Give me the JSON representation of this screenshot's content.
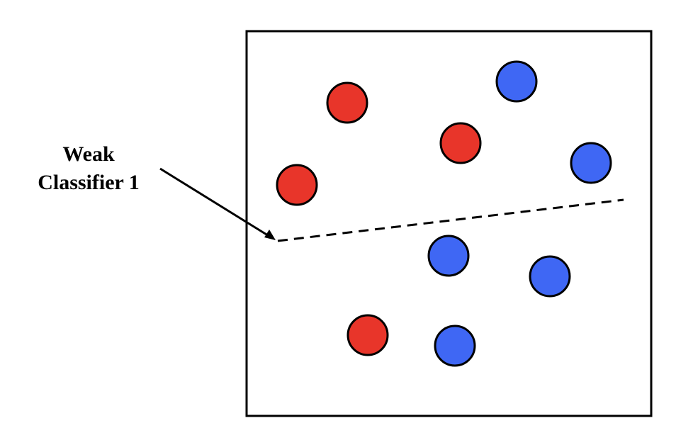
{
  "label": {
    "line1": "Weak",
    "line2": "Classifier 1"
  },
  "colors": {
    "class_a": "#e8352a",
    "class_b": "#3f67f4",
    "outline": "#000000",
    "background": "#ffffff"
  },
  "points": [
    {
      "class": "a"
    },
    {
      "class": "a"
    },
    {
      "class": "a"
    },
    {
      "class": "a"
    },
    {
      "class": "b"
    },
    {
      "class": "b"
    },
    {
      "class": "b"
    },
    {
      "class": "b"
    },
    {
      "class": "b"
    }
  ]
}
